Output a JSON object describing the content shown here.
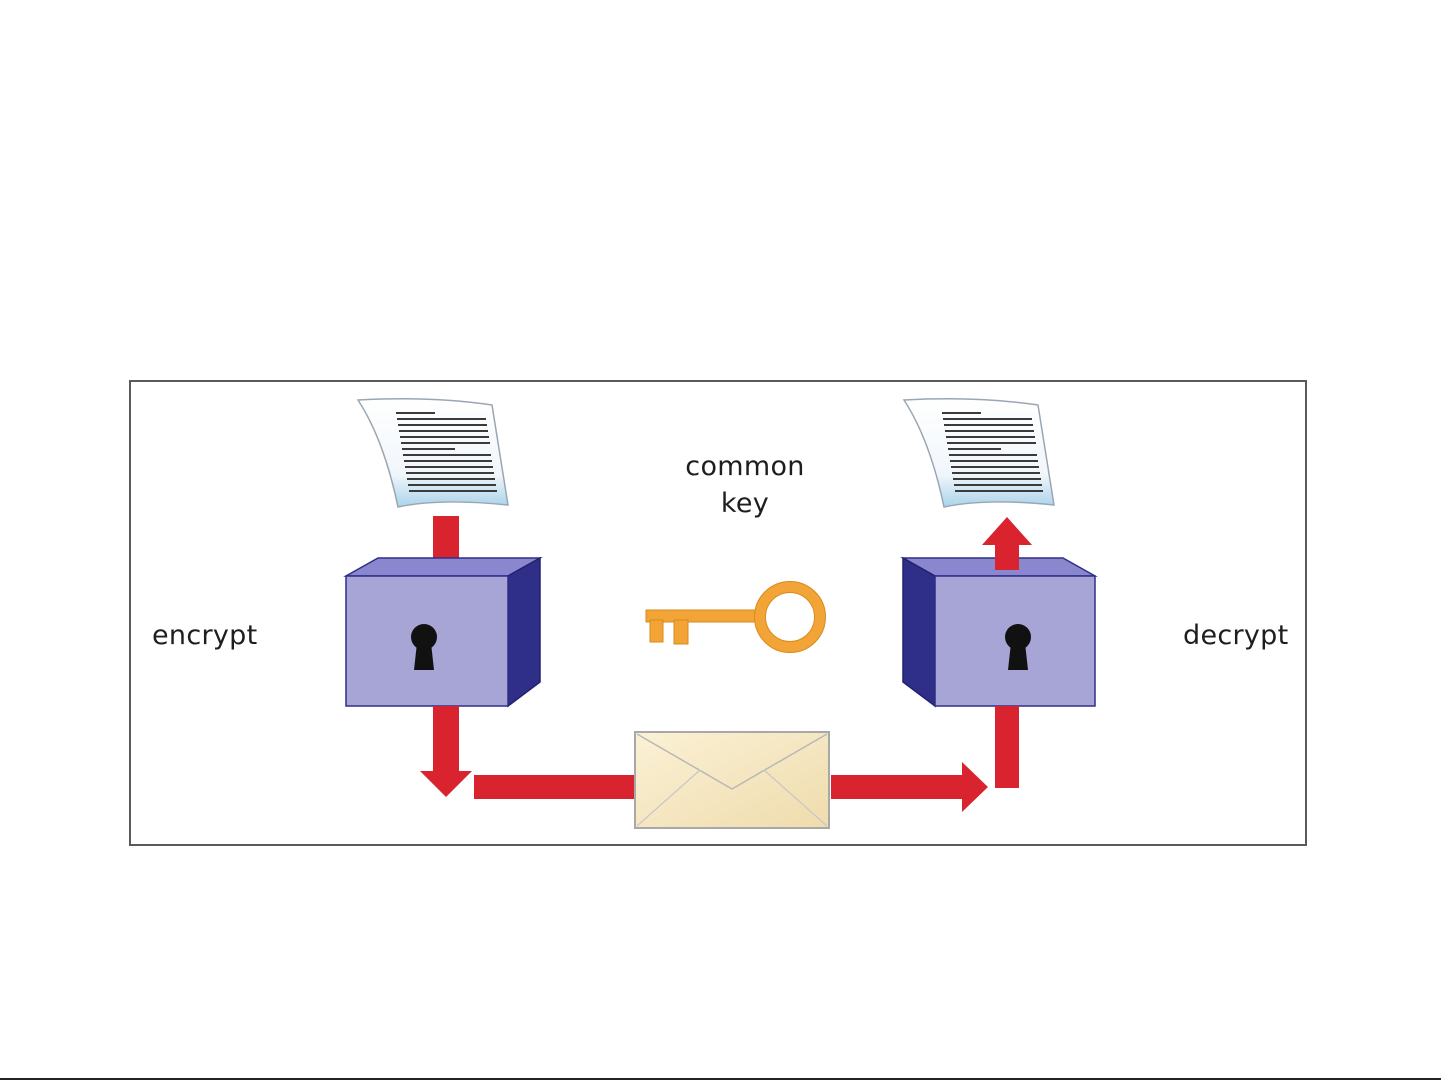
{
  "diagram": {
    "labels": {
      "encrypt": "encrypt",
      "common_key_line1": "common",
      "common_key_line2": "key",
      "decrypt": "decrypt"
    },
    "icons": [
      "plaintext-document-icon",
      "encrypt-lockbox-icon",
      "common-key-icon",
      "envelope-icon",
      "decrypt-lockbox-icon",
      "decrypted-document-icon"
    ],
    "colors": {
      "arrow": "#d9232e",
      "box_front": "#a7a4d6",
      "box_side": "#2f2f8a",
      "box_top": "#8b87cf",
      "key": "#f3a436",
      "envelope": "#f6e7c2",
      "border": "#5a5a5a"
    }
  }
}
